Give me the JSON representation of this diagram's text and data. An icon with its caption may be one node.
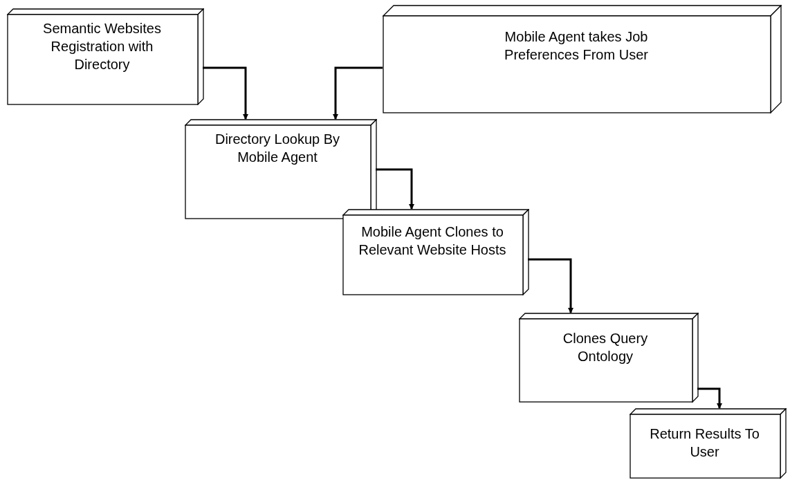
{
  "diagram": {
    "nodes": [
      {
        "text": [
          "Semantic Websites Registration with Directory"
        ]
      },
      {
        "text": [
          "Mobile Agent takes Job Preferences From User"
        ]
      },
      {
        "text": [
          "Directory Lookup By Mobile Agent"
        ]
      },
      {
        "text": [
          "Mobile Agent Clones to Relevant Website Hosts"
        ]
      },
      {
        "text": [
          "Clones Query Ontology"
        ]
      },
      {
        "text": [
          "Return Results To User"
        ]
      }
    ],
    "edges": [
      {
        "from": 0,
        "to": 2,
        "arrow": "to"
      },
      {
        "from": 1,
        "to": 2,
        "arrow": "to"
      },
      {
        "from": 2,
        "to": 3,
        "arrow": "to"
      },
      {
        "from": 3,
        "to": 4,
        "arrow": "to"
      },
      {
        "from": 4,
        "to": 5,
        "arrow": "to"
      }
    ]
  }
}
